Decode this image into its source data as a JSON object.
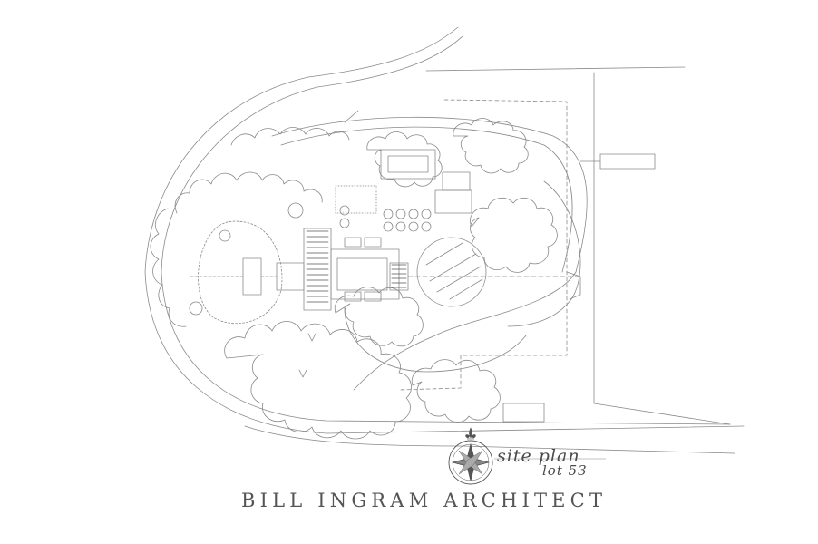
{
  "drawing": {
    "title": "site plan",
    "lot": "lot 53",
    "firm": "BILL INGRAM ARCHITECT"
  },
  "colors": {
    "ink": "#7a7a7a",
    "ink_dark": "#444444",
    "paper": "#ffffff"
  },
  "icons": [
    "compass-rose-icon",
    "fleur-de-lis-icon"
  ]
}
